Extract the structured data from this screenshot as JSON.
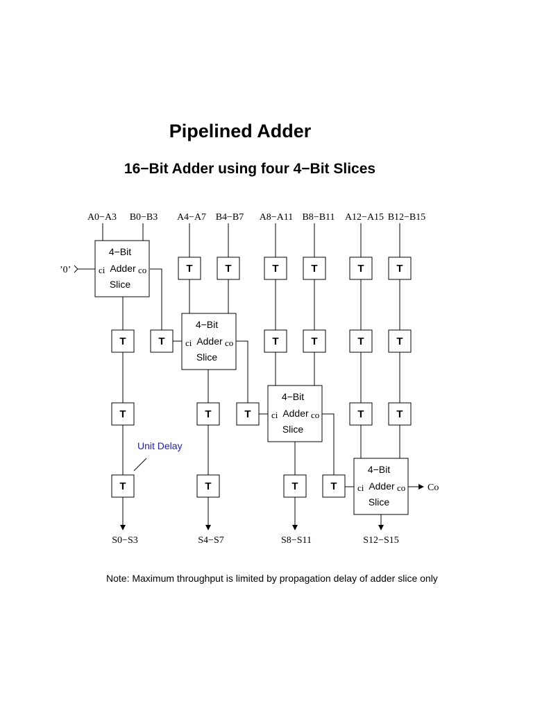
{
  "title": "Pipelined Adder",
  "subtitle": "16−Bit Adder using four 4−Bit Slices",
  "note": "Note: Maximum throughput is limited by propagation delay of adder slice only",
  "inputs": [
    "A0−A3",
    "B0−B3",
    "A4−A7",
    "B4−B7",
    "A8−A11",
    "B8−B11",
    "A12−A15",
    "B12−B15"
  ],
  "outputs": [
    "S0−S3",
    "S4−S7",
    "S8−S11",
    "S12−S15"
  ],
  "carry_in": "’0’",
  "carry_out": "Co",
  "register_label": "T",
  "adder": {
    "line1": "4−Bit",
    "line2": "Adder",
    "line3": "Slice",
    "ci": "ci",
    "co": "co"
  },
  "annotation": "Unit Delay",
  "colors": {
    "annotation": "#1a1ad0",
    "line": "#000000"
  }
}
